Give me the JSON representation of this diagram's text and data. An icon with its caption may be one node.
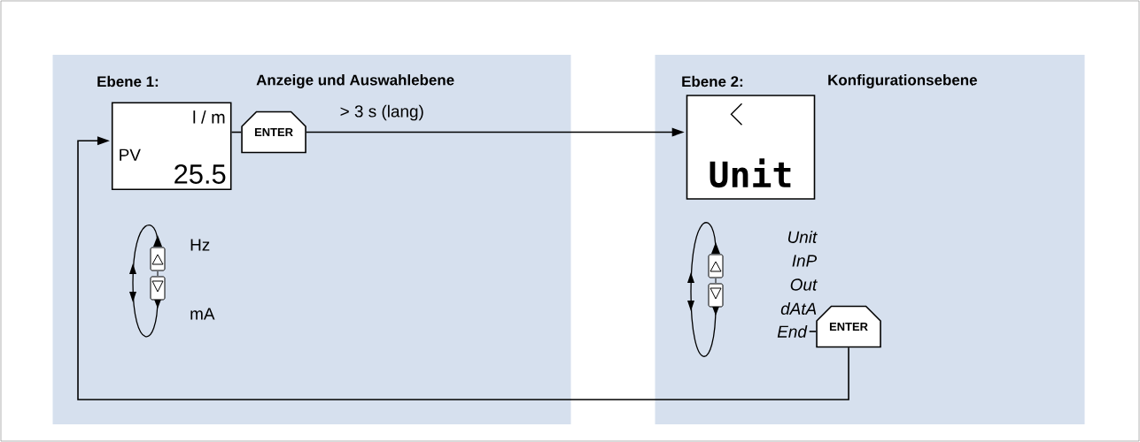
{
  "diagram": {
    "nodes": [
      {
        "text": [
          "Ebene 1:",
          "Anzeige und Auswahlebene"
        ]
      },
      {
        "text": [
          "l / m",
          "PV",
          "25.5"
        ],
        "in": 0
      },
      {
        "text": [
          "ENTER"
        ],
        "in": 0
      },
      {
        "text": [
          "Ebene 2:",
          "Konfigurationsebene"
        ]
      },
      {
        "text": [
          "Unit"
        ],
        "in": 3
      },
      {
        "text": [
          "ENTER"
        ],
        "in": 3
      },
      {
        "text": [
          "End"
        ],
        "in": 3
      }
    ],
    "edges": [
      {
        "from": 1,
        "to": 2,
        "arrow": "none"
      },
      {
        "from": 2,
        "to": 4,
        "arrow": "to",
        "label": "> 3 s (lang)"
      },
      {
        "from": 6,
        "to": 5,
        "arrow": "none"
      },
      {
        "from": 5,
        "to": 1,
        "arrow": "to"
      }
    ],
    "labels": [
      "Hz",
      "mA",
      "Unit",
      "InP",
      "Out",
      "dAtA"
    ]
  }
}
